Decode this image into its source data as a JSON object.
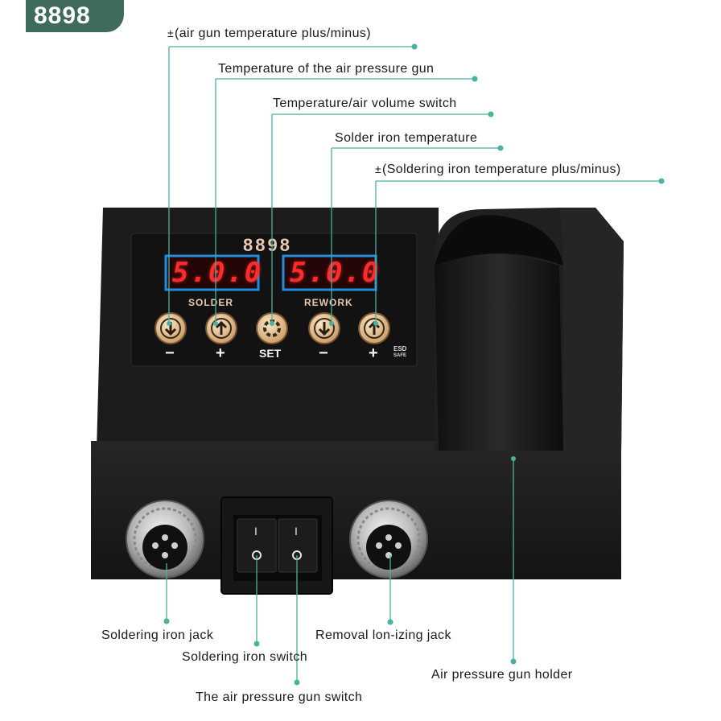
{
  "badge": "8898",
  "panel": {
    "brand": "8898",
    "solder_display": "5.0.0",
    "rework_display": "5.0.0",
    "solder_label": "SOLDER",
    "rework_label": "REWORK",
    "btn_minus_1": "−",
    "btn_plus_1": "+",
    "btn_set": "SET",
    "btn_minus_2": "−",
    "btn_plus_2": "+",
    "esd_line1": "ESD",
    "esd_line2": "SAFE"
  },
  "switches": {
    "left_top": "I",
    "right_top": "I"
  },
  "callouts": {
    "air_gun_pm_sign": "±",
    "air_gun_pm": "(air gun temperature plus/minus)",
    "air_gun_temp": "Temperature of the air pressure gun",
    "temp_switch": "Temperature/air volume switch",
    "solder_temp": "Solder iron temperature",
    "solder_pm_sign": "±",
    "solder_pm": "(Soldering iron temperature plus/minus)",
    "soldering_iron_jack": "Soldering iron jack",
    "soldering_iron_switch": "Soldering iron switch",
    "air_gun_switch": "The air pressure gun switch",
    "removal_jack": "Removal lon-izing jack",
    "gun_holder": "Air pressure gun holder"
  },
  "colors": {
    "accent": "#4ab0a0",
    "badge_bg": "#3e6b5c",
    "body": "#1d1d1d",
    "display_digits": "#ff2a2a",
    "display_frame": "#1e8fe0"
  }
}
